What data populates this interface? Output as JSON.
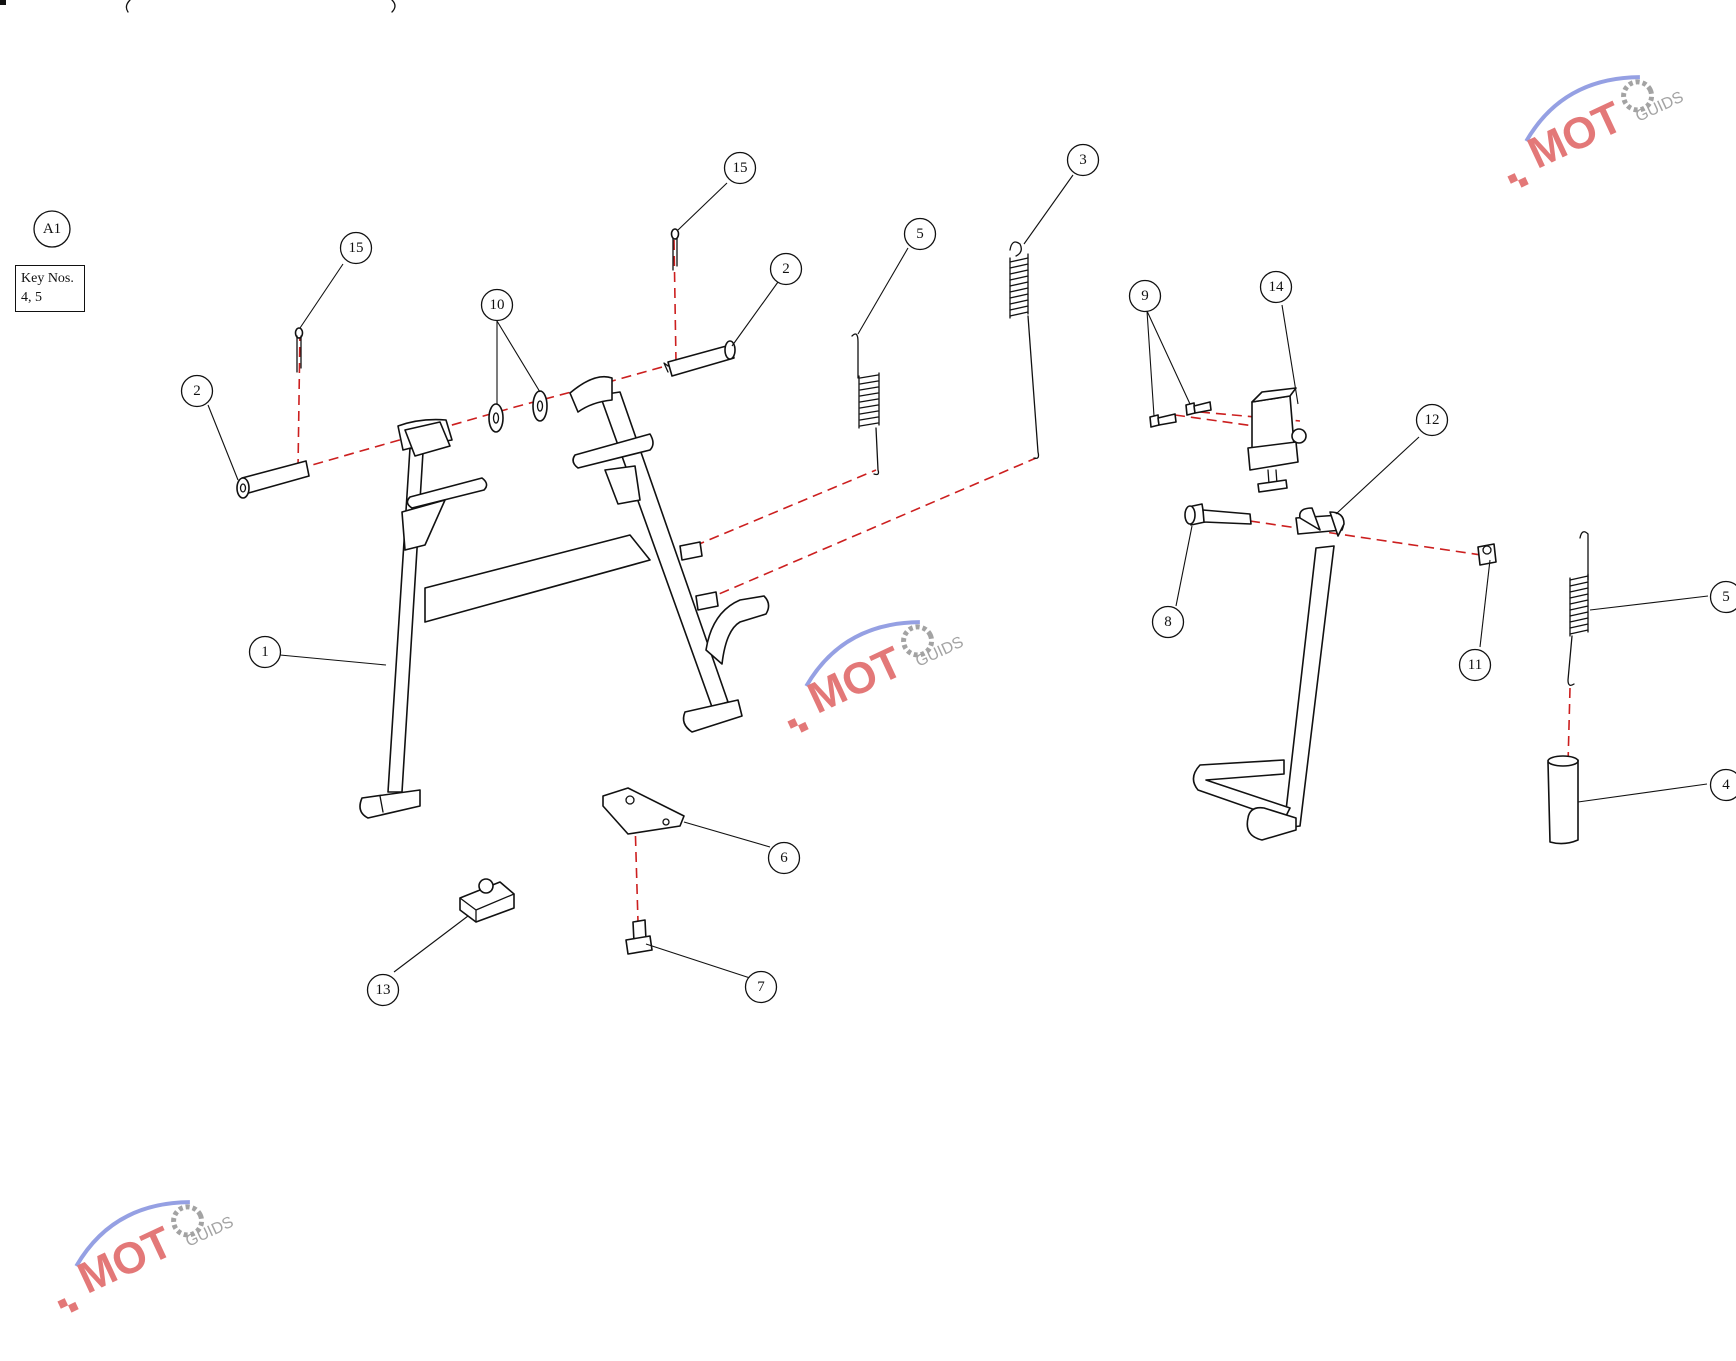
{
  "assembly_label": "A1",
  "key_box": {
    "line1": "Key Nos.",
    "line2": "4, 5"
  },
  "watermark": {
    "word": "MOT",
    "suffix": "GUIDS",
    "color_main": "#e06a6a",
    "color_swoosh": "#8a96e0",
    "color_gear": "#9a9a9a"
  },
  "callouts": {
    "c1": "1",
    "c2a": "2",
    "c2b": "2",
    "c3": "3",
    "c4": "4",
    "c5a": "5",
    "c5b": "5",
    "c6": "6",
    "c7": "7",
    "c8": "8",
    "c9": "9",
    "c10": "10",
    "c11": "11",
    "c12": "12",
    "c13": "13",
    "c14": "14",
    "c15a": "15",
    "c15b": "15"
  },
  "colors": {
    "line": "#111111",
    "axis": "#cc1f1f",
    "background": "#ffffff"
  }
}
